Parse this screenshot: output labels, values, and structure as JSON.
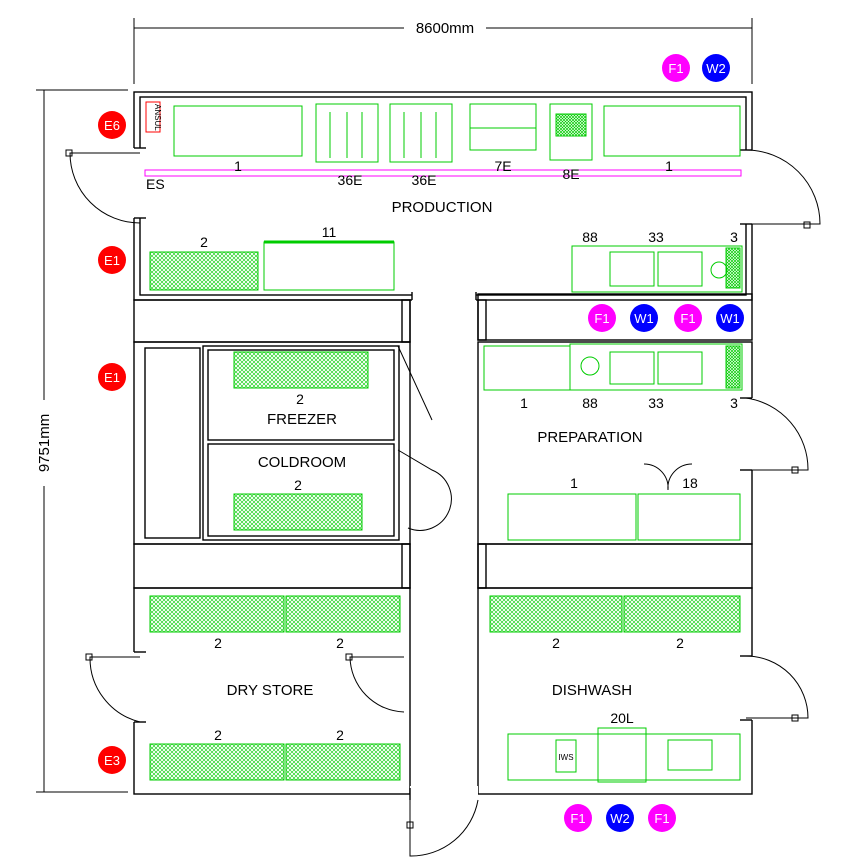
{
  "dimensions": {
    "width_label": "8600mm",
    "height_label": "9751mm"
  },
  "rooms": {
    "production": "PRODUCTION",
    "freezer": "FREEZER",
    "coldroom": "COLDROOM",
    "preparation": "PREPARATION",
    "dry_store": "DRY STORE",
    "dishwash": "DISHWASH"
  },
  "labels": {
    "es": "ES",
    "ansul": "ANSUL",
    "iws": "IWS",
    "prod_bench_left": "1",
    "prod_fryer_a": "36E",
    "prod_fryer_b": "36E",
    "prod_equip_7e": "7E",
    "prod_equip_8e": "8E",
    "prod_bench_right": "1",
    "prod_shelf": "2",
    "prod_unit_11": "11",
    "prep_top_88": "88",
    "prep_top_33": "33",
    "prep_top_3": "3",
    "prep_bot_1": "1",
    "prep_bot_88": "88",
    "prep_bot_33": "33",
    "prep_bot_3": "3",
    "prep_bench": "1",
    "prep_18": "18",
    "freezer_shelf": "2",
    "coldroom_shelf": "2",
    "dry_top_left": "2",
    "dry_top_right": "2",
    "dry_bot_left": "2",
    "dry_bot_right": "2",
    "dish_top_left": "2",
    "dish_top_right": "2",
    "dish_20l": "20L"
  },
  "badges": [
    {
      "key": "e6",
      "text": "E6",
      "color": "#ff0000"
    },
    {
      "key": "e1a",
      "text": "E1",
      "color": "#ff0000"
    },
    {
      "key": "e1b",
      "text": "E1",
      "color": "#ff0000"
    },
    {
      "key": "e3",
      "text": "E3",
      "color": "#ff0000"
    },
    {
      "key": "f1_top",
      "text": "F1",
      "color": "#ff00ff"
    },
    {
      "key": "w2_top",
      "text": "W2",
      "color": "#0000ff"
    },
    {
      "key": "f1_mid_a",
      "text": "F1",
      "color": "#ff00ff"
    },
    {
      "key": "w1_mid_a",
      "text": "W1",
      "color": "#0000ff"
    },
    {
      "key": "f1_mid_b",
      "text": "F1",
      "color": "#ff00ff"
    },
    {
      "key": "w1_mid_b",
      "text": "W1",
      "color": "#0000ff"
    },
    {
      "key": "f1_bot_a",
      "text": "F1",
      "color": "#ff00ff"
    },
    {
      "key": "w2_bot",
      "text": "W2",
      "color": "#0000ff"
    },
    {
      "key": "f1_bot_b",
      "text": "F1",
      "color": "#ff00ff"
    }
  ],
  "colors": {
    "equipment": "#00cc00",
    "wall": "#000000",
    "hood": "#ff00ff"
  }
}
